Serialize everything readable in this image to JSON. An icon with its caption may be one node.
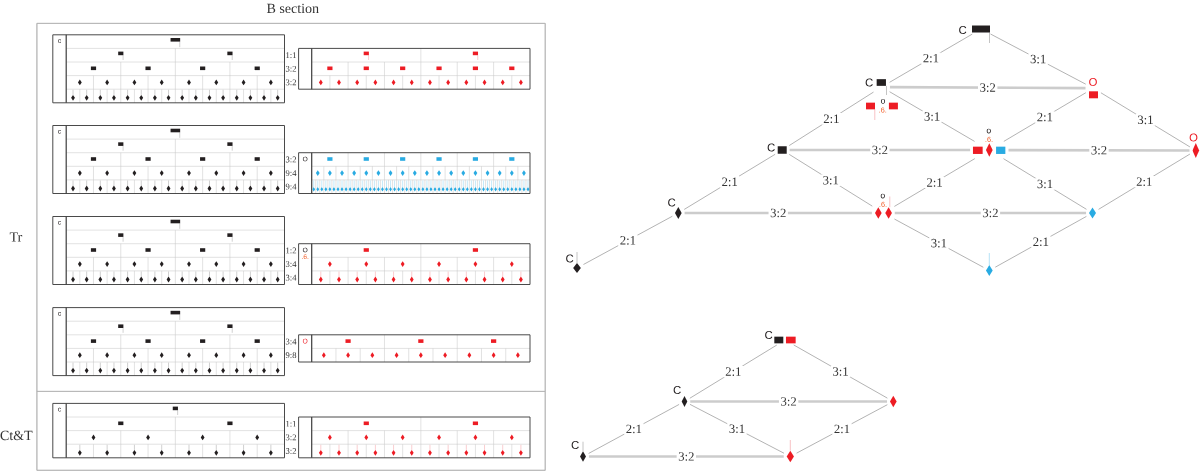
{
  "diagram": {
    "nodes": [
      {
        "text": [
          "B section"
        ]
      },
      {
        "text": [
          "Tr"
        ],
        "in": 0
      },
      {
        "text": [
          "c"
        ],
        "in": 1
      },
      {
        "text": [],
        "shape": "box",
        "in": 1,
        "beside": [
          "1:1",
          "3:2",
          "3:2"
        ]
      },
      {
        "text": [
          "c"
        ],
        "in": 1
      },
      {
        "text": [
          "O"
        ],
        "in": 1,
        "beside": [
          "3:2",
          "9:4",
          "9:4"
        ]
      },
      {
        "text": [
          "c"
        ],
        "in": 1
      },
      {
        "text": [
          "O",
          ".6."
        ],
        "in": 1,
        "beside": [
          "1:2",
          "3:4",
          "3:4"
        ]
      },
      {
        "text": [
          "c"
        ],
        "in": 1
      },
      {
        "text": [
          "O"
        ],
        "in": 1,
        "beside": [
          "3:4",
          "9:8"
        ]
      },
      {
        "text": [
          "Ct&T"
        ],
        "in": 0
      },
      {
        "text": [
          "c"
        ],
        "in": 10
      },
      {
        "text": [],
        "shape": "box",
        "in": 10,
        "beside": [
          "1:1",
          "3:2",
          "3:2"
        ]
      },
      {
        "text": [
          "C"
        ]
      },
      {
        "text": [
          "C"
        ]
      },
      {
        "text": [
          "O"
        ]
      },
      {
        "text": [
          "o",
          ".6."
        ]
      },
      {
        "text": [
          "C"
        ]
      },
      {
        "text": [
          "o",
          ".6."
        ]
      },
      {
        "text": [
          "O"
        ]
      },
      {
        "text": [
          "C"
        ]
      },
      {
        "text": [
          "o",
          ".6."
        ]
      },
      {
        "text": [],
        "shape": "diamond"
      },
      {
        "text": [
          "C"
        ]
      },
      {
        "text": [],
        "shape": "diamond"
      },
      {
        "text": [
          "C"
        ]
      },
      {
        "text": [
          "C"
        ]
      },
      {
        "text": [],
        "shape": "diamond"
      },
      {
        "text": [
          "C"
        ]
      },
      {
        "text": [],
        "shape": "diamond"
      }
    ],
    "edges": [
      {
        "from": 13,
        "to": 14,
        "arrow": "none",
        "label": "2:1"
      },
      {
        "from": 13,
        "to": 15,
        "arrow": "none",
        "label": "3:1"
      },
      {
        "from": 14,
        "to": 15,
        "arrow": "none",
        "label": "3:2",
        "style": "thick",
        "color": "#cccccc"
      },
      {
        "from": 14,
        "to": 17,
        "arrow": "none",
        "label": "2:1"
      },
      {
        "from": 14,
        "to": 18,
        "arrow": "none",
        "label": "3:1"
      },
      {
        "from": 15,
        "to": 18,
        "arrow": "none",
        "label": "2:1"
      },
      {
        "from": 15,
        "to": 19,
        "arrow": "none",
        "label": "3:1"
      },
      {
        "from": 17,
        "to": 18,
        "arrow": "none",
        "label": "3:2",
        "style": "thick",
        "color": "#cccccc"
      },
      {
        "from": 18,
        "to": 19,
        "arrow": "none",
        "label": "3:2",
        "style": "thick",
        "color": "#cccccc"
      },
      {
        "from": 17,
        "to": 20,
        "arrow": "none",
        "label": "2:1"
      },
      {
        "from": 17,
        "to": 21,
        "arrow": "none",
        "label": "3:1"
      },
      {
        "from": 18,
        "to": 21,
        "arrow": "none",
        "label": "2:1"
      },
      {
        "from": 18,
        "to": 22,
        "arrow": "none",
        "label": "3:1"
      },
      {
        "from": 19,
        "to": 22,
        "arrow": "none",
        "label": "2:1"
      },
      {
        "from": 20,
        "to": 21,
        "arrow": "none",
        "label": "3:2",
        "style": "thick",
        "color": "#cccccc"
      },
      {
        "from": 21,
        "to": 22,
        "arrow": "none",
        "label": "3:2",
        "style": "thick",
        "color": "#cccccc"
      },
      {
        "from": 20,
        "to": 23,
        "arrow": "none",
        "label": "2:1"
      },
      {
        "from": 21,
        "to": 24,
        "arrow": "none",
        "label": "3:1"
      },
      {
        "from": 22,
        "to": 24,
        "arrow": "none",
        "label": "2:1"
      },
      {
        "from": 25,
        "to": 26,
        "arrow": "none",
        "label": "2:1"
      },
      {
        "from": 25,
        "to": 27,
        "arrow": "none",
        "label": "3:1"
      },
      {
        "from": 26,
        "to": 27,
        "arrow": "none",
        "label": "3:2",
        "style": "thick",
        "color": "#cccccc"
      },
      {
        "from": 26,
        "to": 28,
        "arrow": "none",
        "label": "2:1"
      },
      {
        "from": 26,
        "to": 29,
        "arrow": "none",
        "label": "3:1"
      },
      {
        "from": 27,
        "to": 29,
        "arrow": "none",
        "label": "2:1"
      },
      {
        "from": 28,
        "to": 29,
        "arrow": "none",
        "label": "3:2",
        "style": "thick",
        "color": "#cccccc"
      }
    ]
  }
}
